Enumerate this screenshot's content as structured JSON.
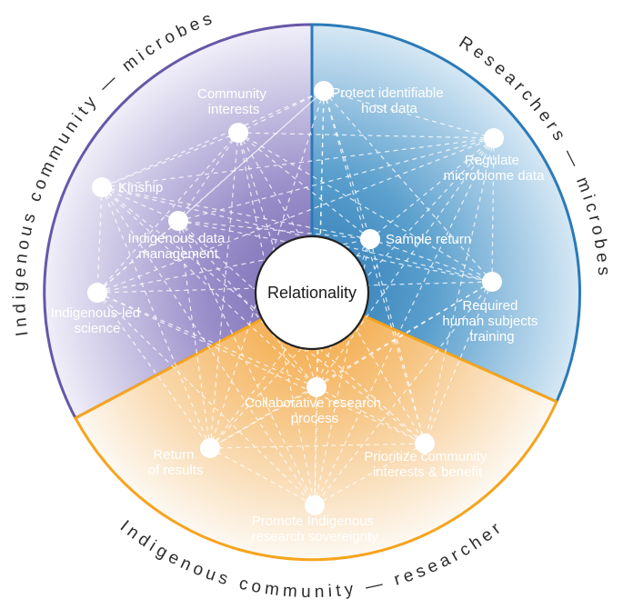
{
  "figure": {
    "center": {
      "label": "Relationality"
    },
    "sectors": [
      {
        "name": "indigenous-community-microbes",
        "arc_label": "Indigenous community — microbes",
        "color": "#6757a8",
        "nodes": [
          {
            "id": "community-interests",
            "lines": [
              "Community",
              "interests"
            ]
          },
          {
            "id": "kinship",
            "lines": [
              "Kinship"
            ]
          },
          {
            "id": "indigenous-data-management",
            "lines": [
              "Indigenous data",
              "management"
            ]
          },
          {
            "id": "indigenous-led-science",
            "lines": [
              "Indigenous-led",
              "science"
            ]
          }
        ]
      },
      {
        "name": "researchers-microbes",
        "arc_label": "Researchers — microbes",
        "color": "#2b7ab8",
        "nodes": [
          {
            "id": "protect-identifiable-host-data",
            "lines": [
              "Protect identifiable",
              "host data"
            ]
          },
          {
            "id": "regulate-microbiome-data",
            "lines": [
              "Regulate",
              "microbiome data"
            ]
          },
          {
            "id": "sample-return",
            "lines": [
              "Sample return"
            ]
          },
          {
            "id": "required-human-subjects-training",
            "lines": [
              "Required",
              "human subjects",
              "training"
            ]
          }
        ]
      },
      {
        "name": "indigenous-community-researcher",
        "arc_label": "Indigenous community — researcher",
        "color": "#f6a41e",
        "nodes": [
          {
            "id": "collaborative-research-process",
            "lines": [
              "Collaborative research",
              "process"
            ]
          },
          {
            "id": "return-of-results",
            "lines": [
              "Return",
              "of results"
            ]
          },
          {
            "id": "prioritize-community-interests-benefit",
            "lines": [
              "Prioritize community",
              "interests & benefit"
            ]
          },
          {
            "id": "promote-indigenous-research-sovereignty",
            "lines": [
              "Promote Indigenous",
              "research sovereignty"
            ]
          }
        ]
      }
    ]
  }
}
